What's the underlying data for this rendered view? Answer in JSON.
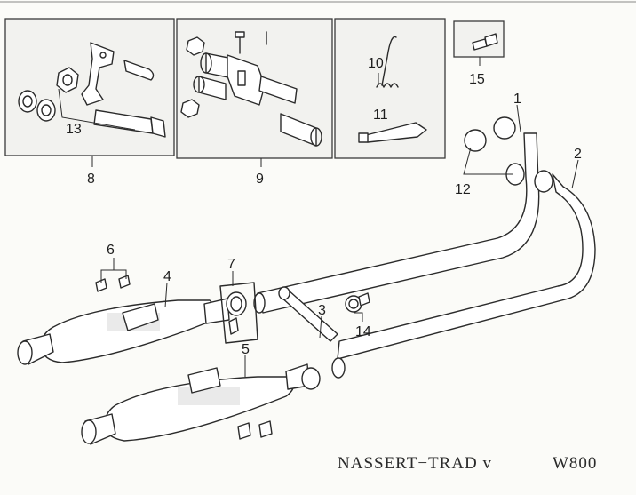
{
  "labels": {
    "p1": "1",
    "p2": "2",
    "p3": "3",
    "p4": "4",
    "p5": "5",
    "p6": "6",
    "p7": "7",
    "p8": "8",
    "p9": "9",
    "p10": "10",
    "p11": "11",
    "p12": "12",
    "p13": "13",
    "p14": "14",
    "p15": "15"
  },
  "caption": {
    "main": "NASSERT−TRAD  v",
    "model": "W800"
  }
}
